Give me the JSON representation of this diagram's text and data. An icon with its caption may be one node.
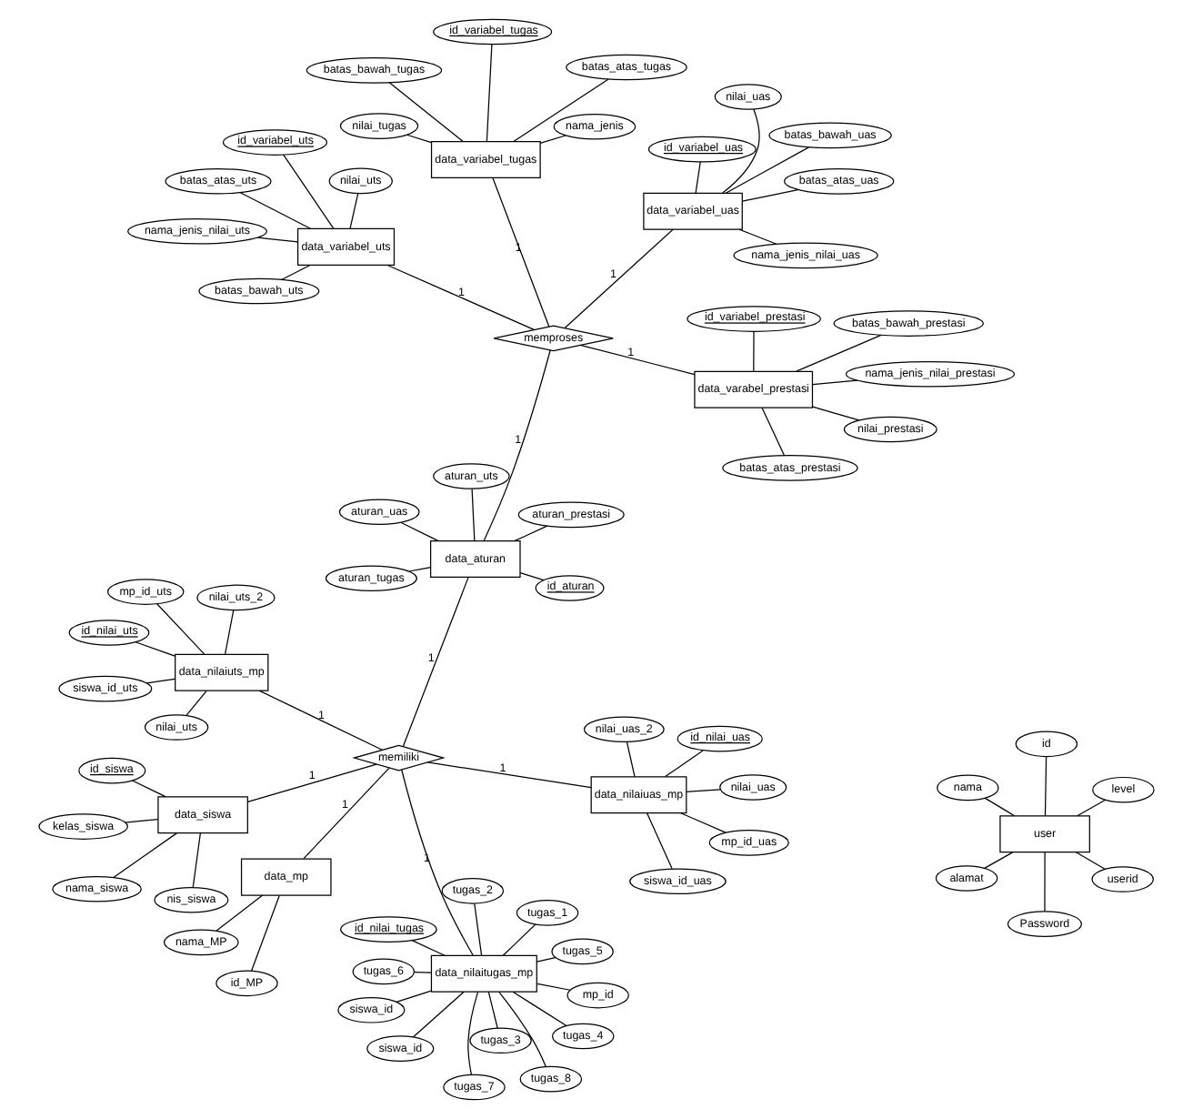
{
  "diagram": {
    "nodes": [
      {
        "text": [
          "data_mp"
        ]
      },
      {
        "text": [
          "id_MP"
        ]
      },
      {
        "text": [
          "nama_MP"
        ]
      },
      {
        "text": [
          "memiliki"
        ]
      },
      {
        "text": [
          "data_nilaitugas_mp"
        ]
      },
      {
        "text": [
          "id_nilai_tugas"
        ]
      },
      {
        "text": [
          "siswa_id"
        ]
      },
      {
        "text": [
          "mp_id"
        ]
      },
      {
        "text": [
          "siswa_id"
        ]
      },
      {
        "text": [
          "tugas_8"
        ]
      },
      {
        "text": [
          "tugas_7"
        ]
      },
      {
        "text": [
          "tugas_6"
        ]
      },
      {
        "text": [
          "tugas_5"
        ]
      },
      {
        "text": [
          "tugas_1"
        ]
      },
      {
        "text": [
          "tugas_2"
        ]
      },
      {
        "text": [
          "tugas_3"
        ]
      },
      {
        "text": [
          "tugas_4"
        ]
      },
      {
        "text": [
          "data_nilaiuts_mp"
        ]
      },
      {
        "text": [
          "mp_id_uts"
        ]
      },
      {
        "text": [
          "id_nilai_uts"
        ]
      },
      {
        "text": [
          "nilai_uts"
        ]
      },
      {
        "text": [
          "siswa_id_uts"
        ]
      },
      {
        "text": [
          "nilai_uts_2"
        ]
      },
      {
        "text": [
          "data_nilaiuas_mp"
        ]
      },
      {
        "text": [
          "id_nilai_uas"
        ]
      },
      {
        "text": [
          "mp_id_uas"
        ]
      },
      {
        "text": [
          "nilai_uas"
        ]
      },
      {
        "text": [
          "nilai_uas_2"
        ]
      },
      {
        "text": [
          "siswa_id_uas"
        ]
      },
      {
        "text": [
          "data_siswa"
        ]
      },
      {
        "text": [
          "nis_siswa"
        ]
      },
      {
        "text": [
          "id_siswa"
        ]
      },
      {
        "text": [
          "nama_siswa"
        ]
      },
      {
        "text": [
          "kelas_siswa"
        ]
      },
      {
        "text": [
          "data_aturan"
        ]
      },
      {
        "text": [
          "id_aturan"
        ]
      },
      {
        "text": [
          "aturan_tugas"
        ]
      },
      {
        "text": [
          "aturan_prestasi"
        ]
      },
      {
        "text": [
          "aturan_uts"
        ]
      },
      {
        "text": [
          "aturan_uas"
        ]
      },
      {
        "text": [
          "user"
        ]
      },
      {
        "text": [
          "userid"
        ]
      },
      {
        "text": [
          "Password"
        ]
      },
      {
        "text": [
          "nama"
        ]
      },
      {
        "text": [
          "level"
        ]
      },
      {
        "text": [
          "id"
        ]
      },
      {
        "text": [
          "alamat"
        ]
      },
      {
        "text": [
          "memproses"
        ]
      },
      {
        "text": [
          "data_varabel_prestasi"
        ]
      },
      {
        "text": [
          "id_variabel_prestasi"
        ]
      },
      {
        "text": [
          "batas_bawah_prestasi"
        ]
      },
      {
        "text": [
          "nama_jenis_nilai_prestasi"
        ]
      },
      {
        "text": [
          "batas_atas_prestasi"
        ]
      },
      {
        "text": [
          "nilai_prestasi"
        ]
      },
      {
        "text": [
          "data_variabel_uas"
        ]
      },
      {
        "text": [
          "batas_atas_uas"
        ]
      },
      {
        "text": [
          "nama_jenis_nilai_uas"
        ]
      },
      {
        "text": [
          "id_variabel_uas"
        ]
      },
      {
        "text": [
          "batas_bawah_uas"
        ]
      },
      {
        "text": [
          "nilai_uas"
        ]
      },
      {
        "text": [
          "data_variabel_tugas"
        ]
      },
      {
        "text": [
          "id_variabel_tugas"
        ]
      },
      {
        "text": [
          "nama_jenis"
        ]
      },
      {
        "text": [
          "nilai_tugas"
        ]
      },
      {
        "text": [
          "batas_bawah_tugas"
        ]
      },
      {
        "text": [
          "batas_atas_tugas"
        ]
      },
      {
        "text": [
          "data_variabel_uts"
        ]
      },
      {
        "text": [
          "nama_jenis_nilai_uts"
        ]
      },
      {
        "text": [
          "batas_atas_uts"
        ]
      },
      {
        "text": [
          "batas_bawah_uts"
        ]
      },
      {
        "text": [
          "id_variabel_uts"
        ]
      },
      {
        "text": [
          "nilai_uts"
        ]
      }
    ],
    "edges": [
      {
        "from": 0,
        "to": 1,
        "arrow": "none"
      },
      {
        "from": 0,
        "to": 2,
        "arrow": "none"
      },
      {
        "from": 0,
        "to": 3,
        "arrow": "none",
        "label": "1"
      },
      {
        "from": 4,
        "to": 3,
        "arrow": "none",
        "label": "1"
      },
      {
        "from": 4,
        "to": 5,
        "arrow": "none"
      },
      {
        "from": 4,
        "to": 6,
        "arrow": "none"
      },
      {
        "from": 4,
        "to": 7,
        "arrow": "none"
      },
      {
        "from": 4,
        "to": 8,
        "arrow": "none"
      },
      {
        "from": 4,
        "to": 9,
        "arrow": "none"
      },
      {
        "from": 4,
        "to": 10,
        "arrow": "none"
      },
      {
        "from": 4,
        "to": 11,
        "arrow": "none"
      },
      {
        "from": 4,
        "to": 12,
        "arrow": "none"
      },
      {
        "from": 4,
        "to": 13,
        "arrow": "none"
      },
      {
        "from": 4,
        "to": 14,
        "arrow": "none"
      },
      {
        "from": 4,
        "to": 15,
        "arrow": "none"
      },
      {
        "from": 4,
        "to": 16,
        "arrow": "none"
      },
      {
        "from": 17,
        "to": 3,
        "arrow": "none",
        "label": "1"
      },
      {
        "from": 17,
        "to": 18,
        "arrow": "none"
      },
      {
        "from": 17,
        "to": 19,
        "arrow": "none"
      },
      {
        "from": 17,
        "to": 20,
        "arrow": "none"
      },
      {
        "from": 17,
        "to": 21,
        "arrow": "none"
      },
      {
        "from": 17,
        "to": 22,
        "arrow": "none"
      },
      {
        "from": 23,
        "to": 3,
        "arrow": "none",
        "label": "1"
      },
      {
        "from": 23,
        "to": 24,
        "arrow": "none"
      },
      {
        "from": 23,
        "to": 25,
        "arrow": "none"
      },
      {
        "from": 23,
        "to": 26,
        "arrow": "none"
      },
      {
        "from": 23,
        "to": 27,
        "arrow": "none"
      },
      {
        "from": 23,
        "to": 28,
        "arrow": "none"
      },
      {
        "from": 29,
        "to": 3,
        "arrow": "none",
        "label": "1"
      },
      {
        "from": 29,
        "to": 30,
        "arrow": "none"
      },
      {
        "from": 29,
        "to": 31,
        "arrow": "none"
      },
      {
        "from": 29,
        "to": 32,
        "arrow": "none"
      },
      {
        "from": 29,
        "to": 33,
        "arrow": "none"
      },
      {
        "from": 34,
        "to": 3,
        "arrow": "none",
        "label": "1"
      },
      {
        "from": 34,
        "to": 35,
        "arrow": "none"
      },
      {
        "from": 34,
        "to": 36,
        "arrow": "none"
      },
      {
        "from": 34,
        "to": 37,
        "arrow": "none"
      },
      {
        "from": 34,
        "to": 38,
        "arrow": "none"
      },
      {
        "from": 34,
        "to": 39,
        "arrow": "none"
      },
      {
        "from": 40,
        "to": 41,
        "arrow": "none"
      },
      {
        "from": 40,
        "to": 42,
        "arrow": "none"
      },
      {
        "from": 40,
        "to": 43,
        "arrow": "none"
      },
      {
        "from": 40,
        "to": 44,
        "arrow": "none"
      },
      {
        "from": 40,
        "to": 45,
        "arrow": "none"
      },
      {
        "from": 40,
        "to": 46,
        "arrow": "none"
      },
      {
        "from": 34,
        "to": 47,
        "arrow": "none",
        "label": "1"
      },
      {
        "from": 48,
        "to": 47,
        "arrow": "none",
        "label": "1"
      },
      {
        "from": 48,
        "to": 49,
        "arrow": "none"
      },
      {
        "from": 48,
        "to": 50,
        "arrow": "none"
      },
      {
        "from": 48,
        "to": 51,
        "arrow": "none"
      },
      {
        "from": 48,
        "to": 52,
        "arrow": "none"
      },
      {
        "from": 48,
        "to": 53,
        "arrow": "none"
      },
      {
        "from": 54,
        "to": 47,
        "arrow": "none",
        "label": "1"
      },
      {
        "from": 54,
        "to": 55,
        "arrow": "none"
      },
      {
        "from": 54,
        "to": 56,
        "arrow": "none"
      },
      {
        "from": 54,
        "to": 57,
        "arrow": "none"
      },
      {
        "from": 54,
        "to": 58,
        "arrow": "none"
      },
      {
        "from": 54,
        "to": 59,
        "arrow": "none"
      },
      {
        "from": 60,
        "to": 47,
        "arrow": "none",
        "label": "1"
      },
      {
        "from": 60,
        "to": 61,
        "arrow": "none"
      },
      {
        "from": 60,
        "to": 62,
        "arrow": "none"
      },
      {
        "from": 60,
        "to": 63,
        "arrow": "none"
      },
      {
        "from": 60,
        "to": 64,
        "arrow": "none"
      },
      {
        "from": 60,
        "to": 65,
        "arrow": "none"
      },
      {
        "from": 66,
        "to": 47,
        "arrow": "none",
        "label": "1"
      },
      {
        "from": 66,
        "to": 67,
        "arrow": "none"
      },
      {
        "from": 66,
        "to": 68,
        "arrow": "none"
      },
      {
        "from": 66,
        "to": 69,
        "arrow": "none"
      },
      {
        "from": 66,
        "to": 70,
        "arrow": "none"
      },
      {
        "from": 66,
        "to": 71,
        "arrow": "none"
      }
    ]
  }
}
